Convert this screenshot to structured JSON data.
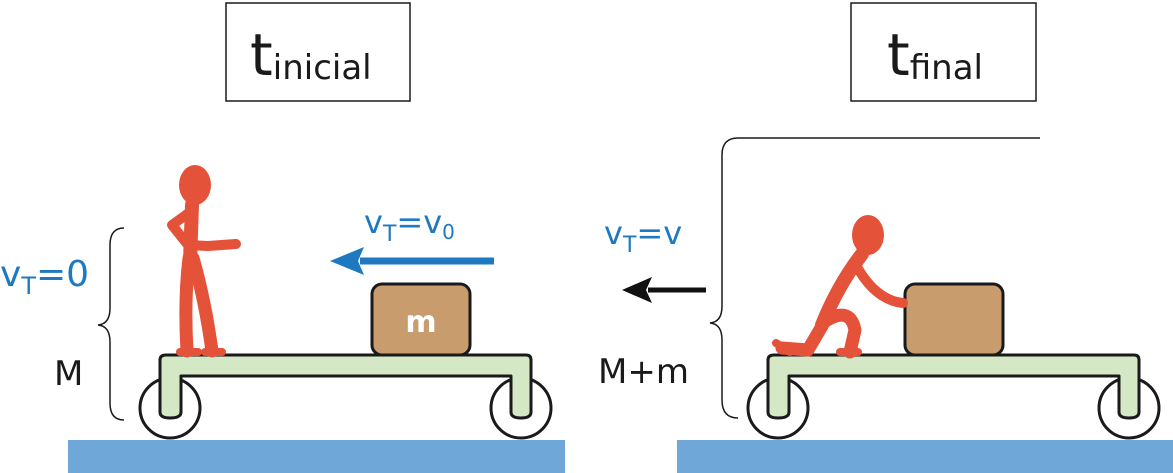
{
  "colors": {
    "ground": "#6fa8d8",
    "cart_fill": "#d5e8c6",
    "cart_stroke": "#1a1a1a",
    "person": "#e4523a",
    "box_fill": "#c89c6d",
    "velocity_blue": "#1f79c0",
    "arrow_black": "#111111"
  },
  "initial": {
    "title_main": "t",
    "title_sub": "inicial",
    "cart_velocity_main": "v",
    "cart_velocity_sub": "T",
    "cart_velocity_rest": "=0",
    "box_velocity_main": "v",
    "box_velocity_sub": "T",
    "box_velocity_eq": "=v",
    "box_velocity_sub2": "0",
    "box_label": "m",
    "mass_label": "M"
  },
  "final": {
    "title_main": "t",
    "title_sub": "final",
    "velocity_main": "v",
    "velocity_sub": "T",
    "velocity_rest": "=v",
    "mass_label": "M+m"
  }
}
